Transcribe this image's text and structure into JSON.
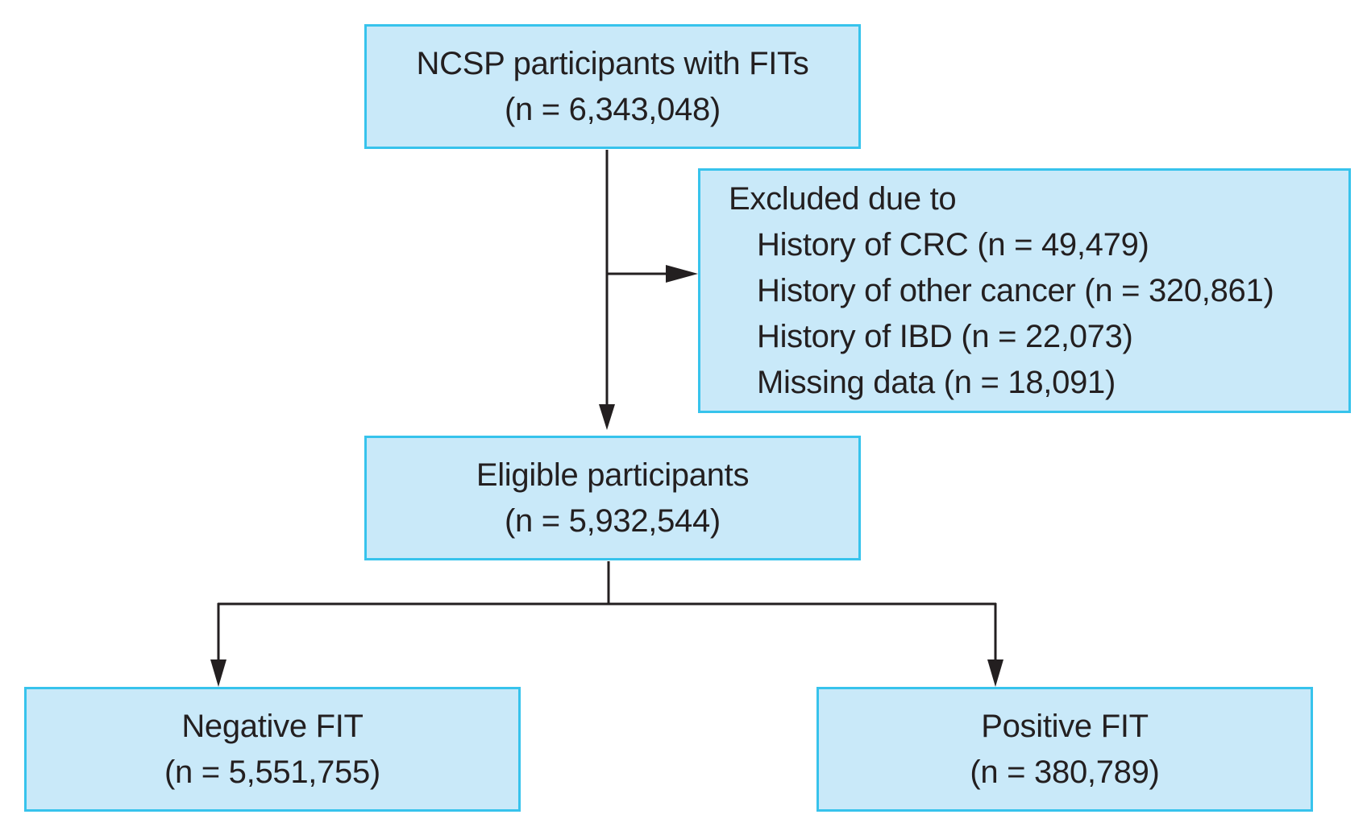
{
  "flowchart": {
    "start": {
      "title": "NCSP participants with FITs",
      "count": "(n = 6,343,048)"
    },
    "excluded": {
      "heading": "Excluded due to",
      "reasons": [
        "History of CRC (n = 49,479)",
        "History of other cancer (n = 320,861)",
        "History of IBD (n = 22,073)",
        "Missing data (n = 18,091)"
      ]
    },
    "eligible": {
      "title": "Eligible participants",
      "count": "(n = 5,932,544)"
    },
    "negative": {
      "title": "Negative FIT",
      "count": "(n = 5,551,755)"
    },
    "positive": {
      "title": "Positive FIT",
      "count": "(n = 380,789)"
    }
  },
  "colors": {
    "box_fill": "#c9e9f9",
    "box_border": "#37c3ec",
    "line": "#231f20",
    "text": "#231f20"
  }
}
